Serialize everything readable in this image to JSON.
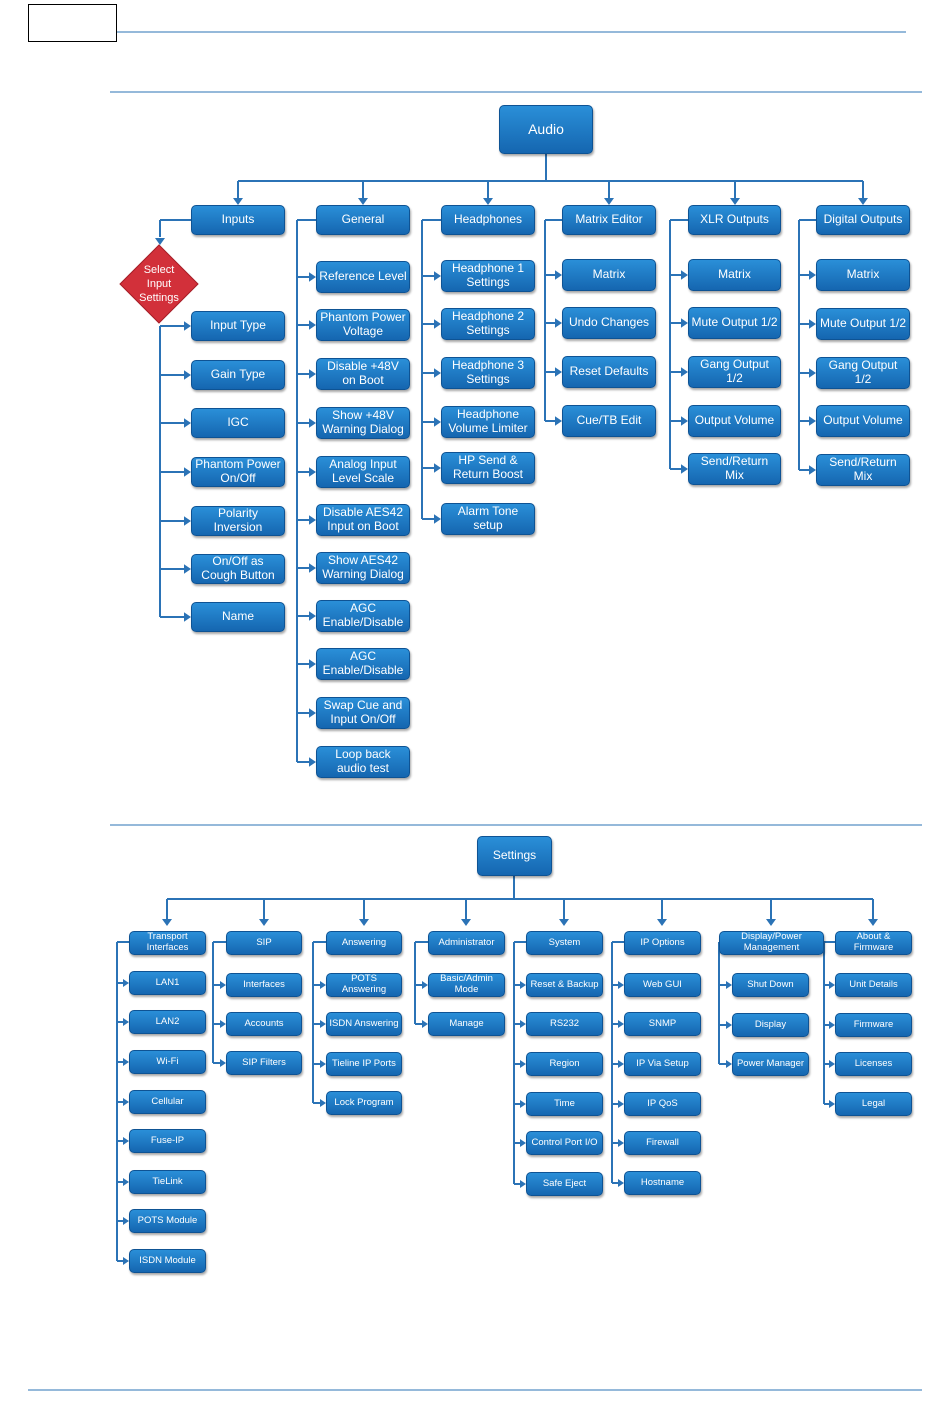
{
  "audio": {
    "root": "Audio",
    "decision": "Select\nInput\nSettings",
    "columns": [
      {
        "title": "Inputs",
        "items": [
          "Input Type",
          "Gain Type",
          "IGC",
          "Phantom Power On/Off",
          "Polarity Inversion",
          "On/Off as Cough Button",
          "Name"
        ]
      },
      {
        "title": "General",
        "items": [
          "Reference Level",
          "Phantom Power Voltage",
          "Disable +48V on Boot",
          "Show +48V Warning Dialog",
          "Analog Input Level Scale",
          "Disable AES42 Input on Boot",
          "Show AES42 Warning Dialog",
          "AGC Enable/Disable",
          "AGC Enable/Disable",
          "Swap Cue and Input On/Off",
          "Loop back audio test"
        ]
      },
      {
        "title": "Headphones",
        "items": [
          "Headphone 1 Settings",
          "Headphone 2 Settings",
          "Headphone 3 Settings",
          "Headphone Volume Limiter",
          "HP Send & Return Boost",
          "Alarm Tone setup"
        ]
      },
      {
        "title": "Matrix Editor",
        "items": [
          "Matrix",
          "Undo Changes",
          "Reset Defaults",
          "Cue/TB Edit"
        ]
      },
      {
        "title": "XLR Outputs",
        "items": [
          "Matrix",
          "Mute Output 1/2",
          "Gang Output 1/2",
          "Output Volume",
          "Send/Return Mix"
        ]
      },
      {
        "title": "Digital Outputs",
        "items": [
          "Matrix",
          "Mute Output 1/2",
          "Gang Output 1/2",
          "Output Volume",
          "Send/Return Mix"
        ]
      }
    ]
  },
  "settings": {
    "root": "Settings",
    "columns": [
      {
        "title": "Transport Interfaces",
        "items": [
          "LAN1",
          "LAN2",
          "Wi-Fi",
          "Cellular",
          "Fuse-IP",
          "TieLink",
          "POTS Module",
          "ISDN Module"
        ]
      },
      {
        "title": "SIP",
        "items": [
          "Interfaces",
          "Accounts",
          "SIP Filters"
        ]
      },
      {
        "title": "Answering",
        "items": [
          "POTS Answering",
          "ISDN Answering",
          "Tieline IP Ports",
          "Lock Program"
        ]
      },
      {
        "title": "Administrator",
        "items": [
          "Basic/Admin Mode",
          "Manage"
        ]
      },
      {
        "title": "System",
        "items": [
          "Reset & Backup",
          "RS232",
          "Region",
          "Time",
          "Control Port I/O",
          "Safe Eject"
        ]
      },
      {
        "title": "IP Options",
        "items": [
          "Web GUI",
          "SNMP",
          "IP Via Setup",
          "IP QoS",
          "Firewall",
          "Hostname"
        ]
      },
      {
        "title": "Display/Power Management",
        "items": [
          "Shut Down",
          "Display",
          "Power Manager"
        ]
      },
      {
        "title": "About & Firmware",
        "items": [
          "Unit Details",
          "Firmware",
          "Licenses",
          "Legal"
        ]
      }
    ]
  },
  "colors": {
    "node": "#1f7cc8",
    "wire": "#2b73b6",
    "decision": "#d2303a"
  }
}
